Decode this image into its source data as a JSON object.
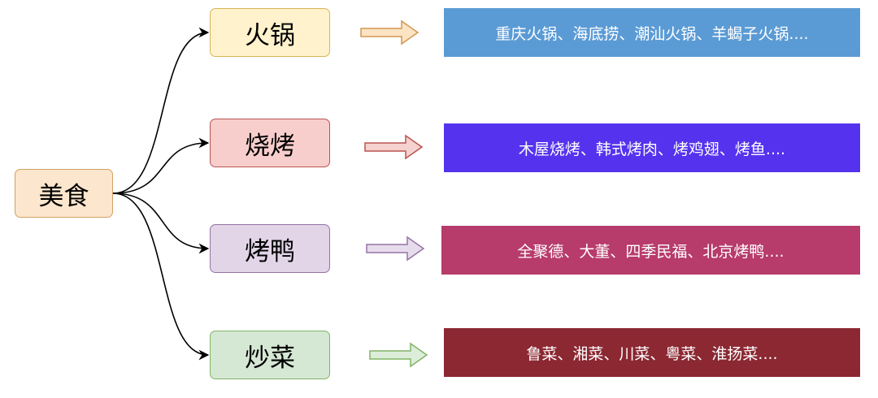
{
  "root": {
    "label": "美食",
    "fill": "#fce6cd",
    "stroke": "#d3a064"
  },
  "categories": [
    {
      "label": "火锅",
      "fill": "#fff2cc",
      "stroke": "#d6b656",
      "arrow_fill": "#fbe3c4",
      "arrow_stroke": "#d39750",
      "detail": "重庆火锅、海底捞、潮汕火锅、羊蝎子火锅....",
      "detail_color": "#5b9bd5"
    },
    {
      "label": "烧烤",
      "fill": "#f8cecc",
      "stroke": "#b85450",
      "arrow_fill": "#f5d1cf",
      "arrow_stroke": "#b85450",
      "detail": "木屋烧烤、韩式烤肉、烤鸡翅、烤鱼....",
      "detail_color": "#5533ee"
    },
    {
      "label": "烤鸭",
      "fill": "#e1d5e7",
      "stroke": "#9673a6",
      "arrow_fill": "#e7dcec",
      "arrow_stroke": "#9673a6",
      "detail": "全聚德、大董、四季民福、北京烤鸭....",
      "detail_color": "#b73b6b"
    },
    {
      "label": "炒菜",
      "fill": "#d5e8d4",
      "stroke": "#82b366",
      "arrow_fill": "#dcedd9",
      "arrow_stroke": "#82b366",
      "detail": "鲁菜、湘菜、川菜、粤菜、淮扬菜....",
      "detail_color": "#8b2832"
    }
  ]
}
